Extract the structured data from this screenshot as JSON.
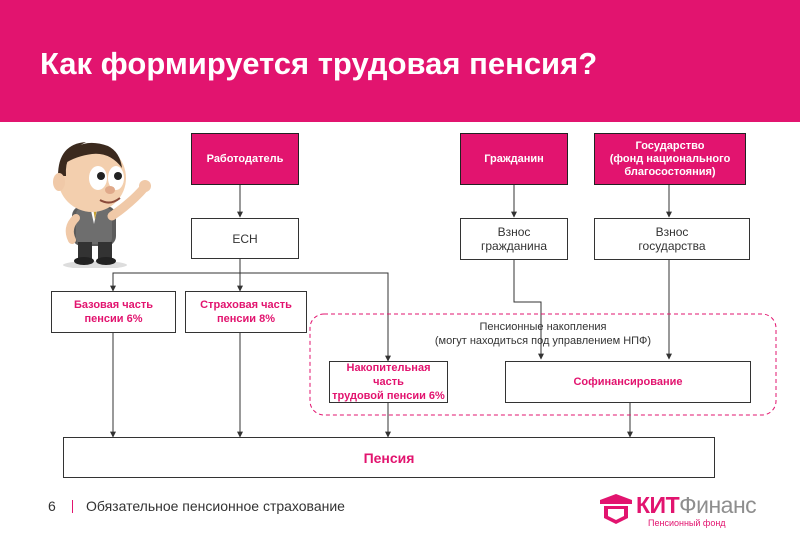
{
  "title": "Как формируется трудовая пенсия?",
  "nodes": {
    "employer": "Работодатель",
    "citizen": "Гражданин",
    "state": "Государство\n(фонд национального\nблагосостояния)",
    "esn": "ЕСН",
    "citizen_contribution": "Взнос\nгражданина",
    "state_contribution": "Взнос\nгосударства",
    "base_part": "Базовая часть\nпенсии 6%",
    "insurance_part": "Страховая часть\nпенсии 8%",
    "savings_group": "Пенсионные накопления\n(могут находиться под управлением НПФ)",
    "funded_part": "Накопительная часть\nтрудовой пенсии 6%",
    "cofinancing": "Софинансирование",
    "pension": "Пенсия"
  },
  "footer": {
    "page_number": "6",
    "text": "Обязательное пенсионное страхование"
  },
  "logo": {
    "brand_accent": "КИТ",
    "brand_rest": "Финанс",
    "subtitle": "Пенсионный фонд"
  },
  "colors": {
    "accent": "#e2146f",
    "line": "#333333"
  }
}
